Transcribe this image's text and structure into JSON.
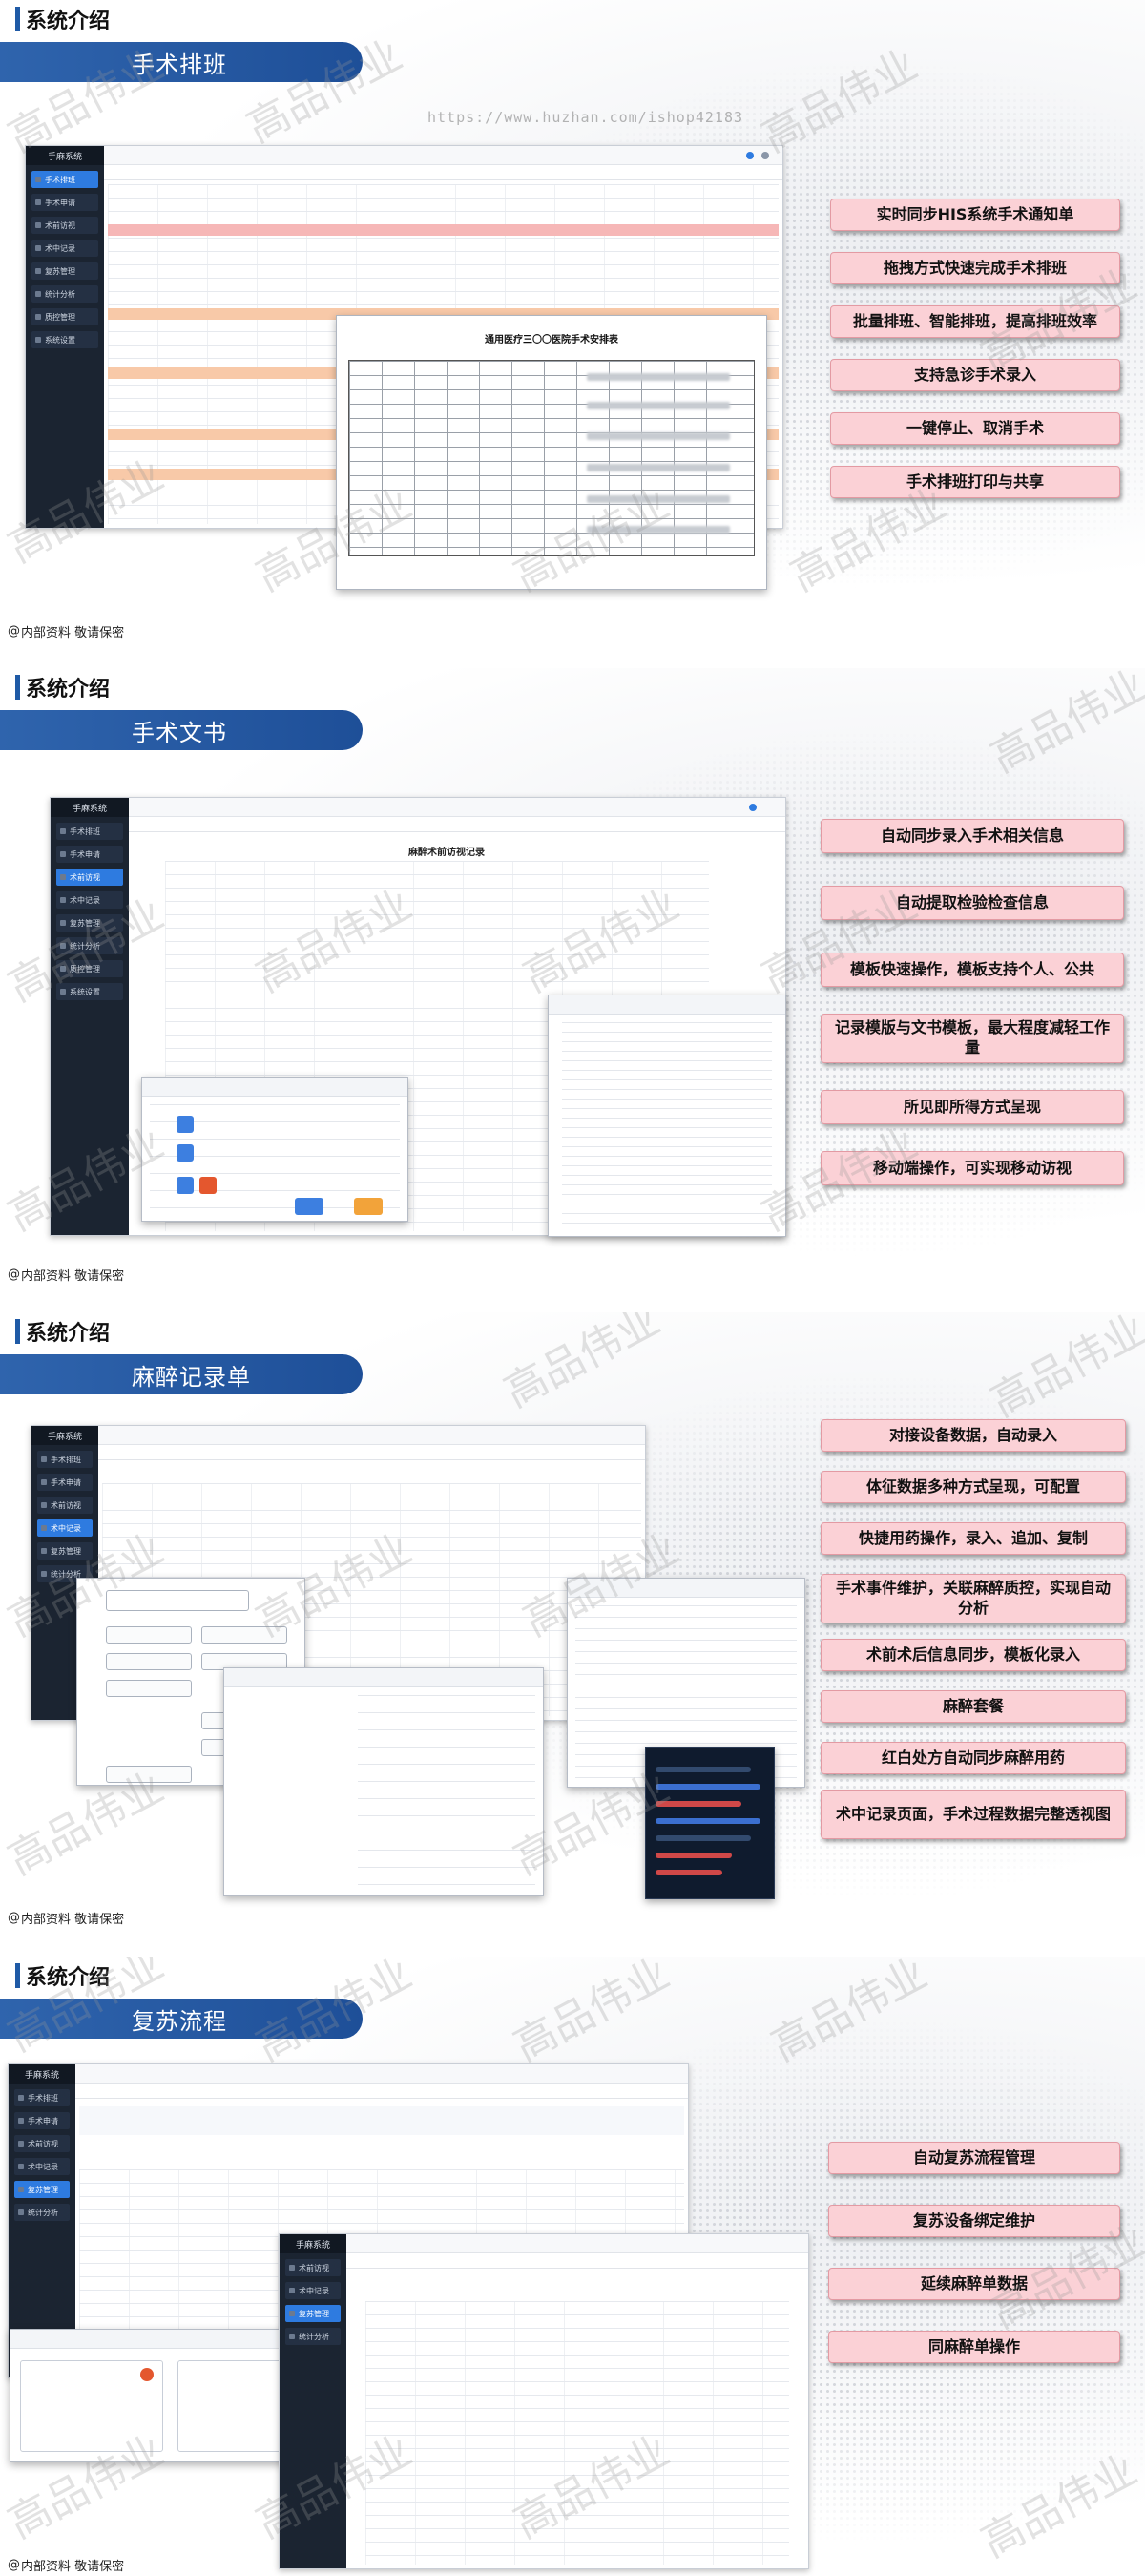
{
  "sections": [
    {
      "header": "系统介绍",
      "subtitle": "手术排班",
      "features": [
        "实时同步HIS系统手术通知单",
        "拖拽方式快速完成手术排班",
        "批量排班、智能排班，提高排班效率",
        "支持急诊手术录入",
        "一键停止、取消手术",
        "手术排班打印与共享"
      ],
      "footer": "内部资料 敬请保密"
    },
    {
      "header": "系统介绍",
      "subtitle": "手术文书",
      "features": [
        "自动同步录入手术相关信息",
        "自动提取检验检查信息",
        "模板快速操作，模板支持个人、公共",
        "记录模版与文书模板，最大程度减轻工作量",
        "所见即所得方式呈现",
        "移动端操作，可实现移动访视"
      ],
      "footer": "内部资料 敬请保密"
    },
    {
      "header": "系统介绍",
      "subtitle": "麻醉记录单",
      "features": [
        "对接设备数据，自动录入",
        "体征数据多种方式呈现，可配置",
        "快捷用药操作，录入、追加、复制",
        "手术事件维护，关联麻醉质控，实现自动分析",
        "术前术后信息同步，模板化录入",
        "麻醉套餐",
        "红白处方自动同步麻醉用药",
        "术中记录页面，手术过程数据完整透视图"
      ],
      "footer": "内部资料 敬请保密"
    },
    {
      "header": "系统介绍",
      "subtitle": "复苏流程",
      "features": [
        "自动复苏流程管理",
        "复苏设备绑定维护",
        "延续麻醉单数据",
        "同麻醉单操作"
      ],
      "footer": "内部资料 敬请保密"
    }
  ],
  "screens": {
    "app_name": "手麻系统",
    "schedule_doc_title": "通用医疗三〇〇医院手术安排表",
    "anesthesia_doc_title": "麻醉术前访视记录",
    "nav_items": [
      "手术排班",
      "手术申请",
      "术前访视",
      "术中记录",
      "复苏管理",
      "统计分析",
      "质控管理",
      "系统设置"
    ]
  },
  "watermark": {
    "text": "高品伟业",
    "url": "https://www.huzhan.com/ishop42183"
  },
  "colors": {
    "accent": "#1f5aa6",
    "feature_fill": "#fbd1d6",
    "feature_border": "#e39aa3"
  }
}
